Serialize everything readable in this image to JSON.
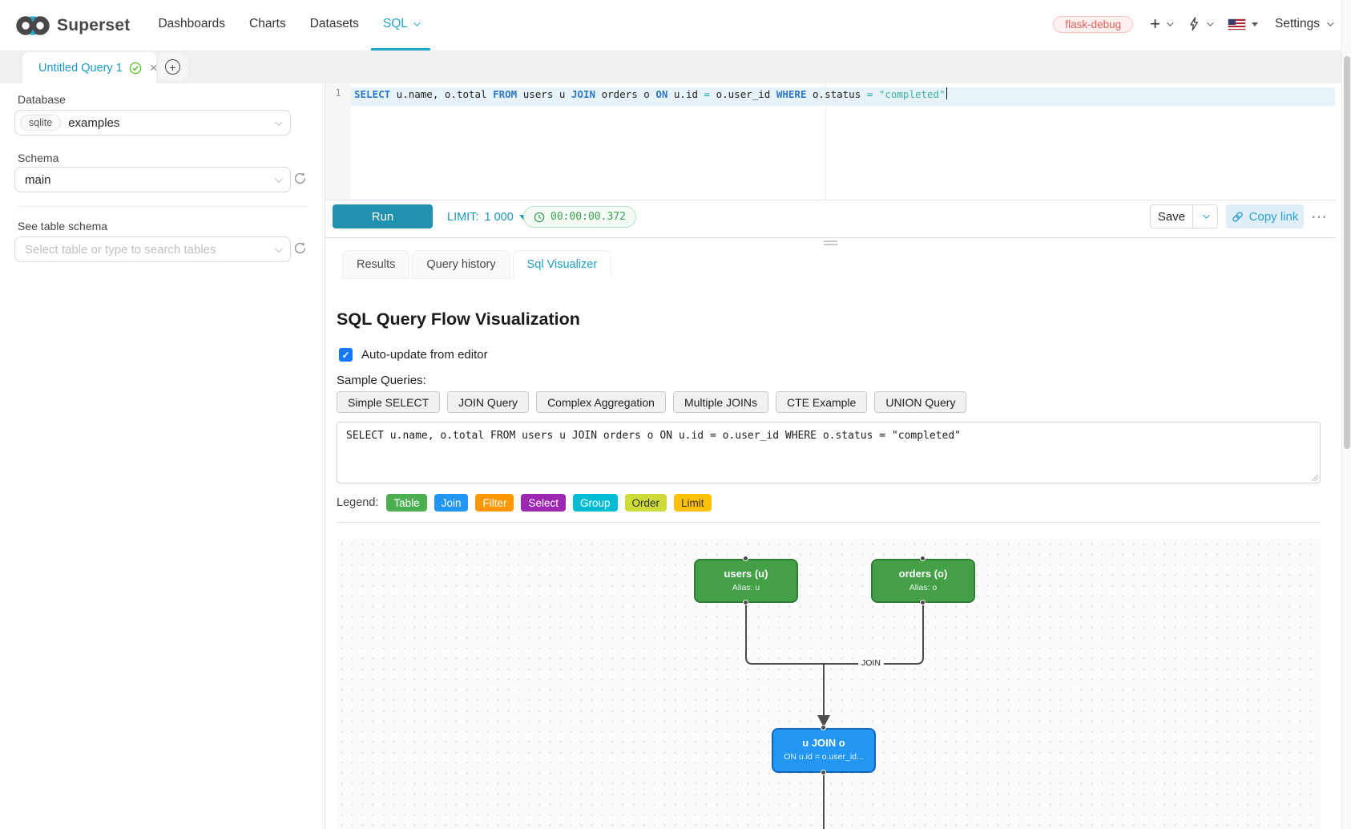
{
  "icons": {
    "plus": "+",
    "close": "×",
    "check": "✓",
    "more": "⋯"
  },
  "navbar": {
    "brand": "Superset",
    "items": [
      {
        "label": "Dashboards"
      },
      {
        "label": "Charts"
      },
      {
        "label": "Datasets"
      },
      {
        "label": "SQL",
        "active": true
      }
    ],
    "environment_badge": "flask-debug",
    "settings_label": "Settings"
  },
  "editor_tab": {
    "title": "Untitled Query 1"
  },
  "sidebar": {
    "database_label": "Database",
    "database_engine": "sqlite",
    "database_name": "examples",
    "schema_label": "Schema",
    "schema_value": "main",
    "table_schema_label": "See table schema",
    "table_placeholder": "Select table or type to search tables"
  },
  "sql_editor": {
    "line_number": "1",
    "tokens": [
      {
        "text": "SELECT",
        "type": "keyword"
      },
      {
        "text": " u.name, o.total ",
        "type": "plain"
      },
      {
        "text": "FROM",
        "type": "keyword"
      },
      {
        "text": " users u ",
        "type": "plain"
      },
      {
        "text": "JOIN",
        "type": "keyword"
      },
      {
        "text": " orders o ",
        "type": "plain"
      },
      {
        "text": "ON",
        "type": "keyword"
      },
      {
        "text": " u.id ",
        "type": "plain"
      },
      {
        "text": "=",
        "type": "operator"
      },
      {
        "text": " o.user_id ",
        "type": "plain"
      },
      {
        "text": "WHERE",
        "type": "keyword"
      },
      {
        "text": " o.status ",
        "type": "plain"
      },
      {
        "text": "=",
        "type": "operator"
      },
      {
        "text": " ",
        "type": "plain"
      },
      {
        "text": "\"completed\"",
        "type": "string"
      }
    ]
  },
  "toolbar": {
    "run_label": "Run",
    "limit_label": "LIMIT:",
    "limit_value": "1 000",
    "timer": "00:00:00.372",
    "save_label": "Save",
    "copy_link_label": "Copy link"
  },
  "result_tabs": [
    {
      "label": "Results",
      "active": false
    },
    {
      "label": "Query history",
      "active": false
    },
    {
      "label": "Sql Visualizer",
      "active": true
    }
  ],
  "visualizer": {
    "title": "SQL Query Flow Visualization",
    "auto_update_label": "Auto-update from editor",
    "auto_update_checked": true,
    "sample_queries_label": "Sample Queries:",
    "sample_queries": [
      "Simple SELECT",
      "JOIN Query",
      "Complex Aggregation",
      "Multiple JOINs",
      "CTE Example",
      "UNION Query"
    ],
    "query_text": "SELECT u.name, o.total FROM users u JOIN orders o ON u.id = o.user_id WHERE o.status = \"completed\"",
    "legend_label": "Legend:",
    "legend": [
      {
        "label": "Table",
        "color": "#4caf50",
        "text_color": "#ffffff"
      },
      {
        "label": "Join",
        "color": "#2196f3",
        "text_color": "#ffffff"
      },
      {
        "label": "Filter",
        "color": "#ff9800",
        "text_color": "#ffffff"
      },
      {
        "label": "Select",
        "color": "#9c27b0",
        "text_color": "#ffffff"
      },
      {
        "label": "Group",
        "color": "#00bcd4",
        "text_color": "#ffffff"
      },
      {
        "label": "Order",
        "color": "#cddc39",
        "text_color": "#333333"
      },
      {
        "label": "Limit",
        "color": "#ffc107",
        "text_color": "#333333"
      }
    ],
    "flow": {
      "nodes": [
        {
          "title": "users (u)",
          "subtitle": "Alias: u",
          "color": "#43a047",
          "border_color": "#2e7d32"
        },
        {
          "title": "orders (o)",
          "subtitle": "Alias: o",
          "color": "#43a047",
          "border_color": "#2e7d32"
        },
        {
          "title": "u JOIN o",
          "subtitle": "ON u.id = o.user_id...",
          "color": "#2196f3",
          "border_color": "#1565c0"
        }
      ],
      "edge_label": "JOIN"
    }
  }
}
